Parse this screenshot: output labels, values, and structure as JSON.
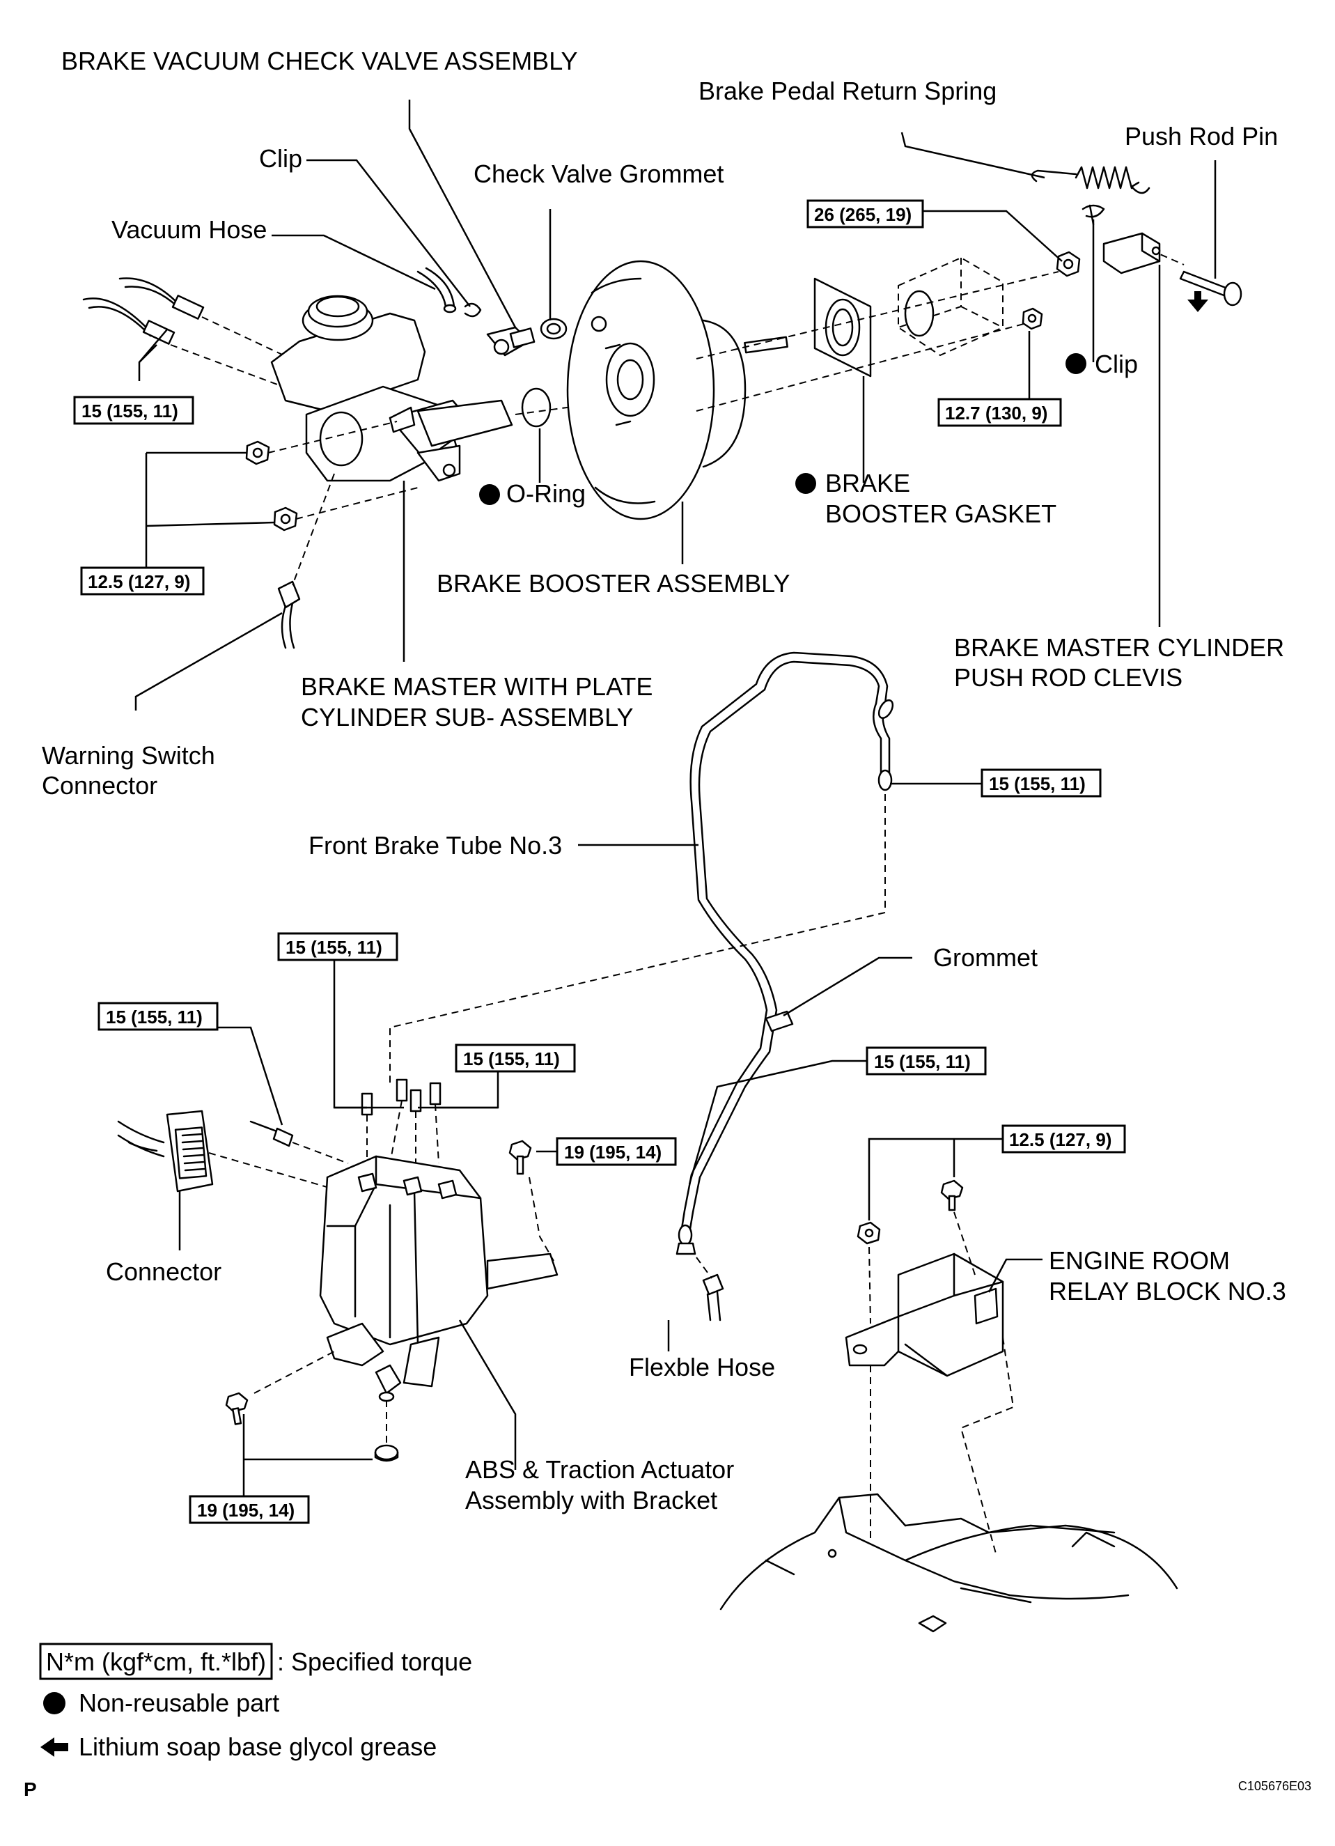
{
  "labels": {
    "check_valve_assembly": "BRAKE VACUUM CHECK VALVE ASSEMBLY",
    "pedal_return_spring": "Brake Pedal Return Spring",
    "push_rod_pin": "Push Rod Pin",
    "clip_top": "Clip",
    "check_valve_grommet": "Check Valve Grommet",
    "vacuum_hose": "Vacuum Hose",
    "clip_right": "Clip",
    "o_ring": "O-Ring",
    "booster_gasket_1": "BRAKE",
    "booster_gasket_2": "BOOSTER GASKET",
    "booster_assembly": "BRAKE BOOSTER ASSEMBLY",
    "push_rod_clevis_1": "BRAKE MASTER CYLINDER",
    "push_rod_clevis_2": "PUSH ROD CLEVIS",
    "master_cylinder_1": "BRAKE MASTER WITH PLATE",
    "master_cylinder_2": "CYLINDER SUB- ASSEMBLY",
    "warning_switch_1": "Warning Switch",
    "warning_switch_2": "Connector",
    "front_brake_tube": "Front Brake Tube No.3",
    "grommet": "Grommet",
    "connector": "Connector",
    "engine_relay_1": "ENGINE ROOM",
    "engine_relay_2": "RELAY BLOCK NO.3",
    "flexible_hose": "Flexble Hose",
    "abs_actuator_1": "ABS & Traction Actuator",
    "abs_actuator_2": "Assembly with Bracket"
  },
  "torque": {
    "t_26": "26 (265, 19)",
    "t_15_master": "15 (155, 11)",
    "t_127_booster": "12.7 (130, 9)",
    "t_125_master": "12.5 (127, 9)",
    "t_15_tube": "15 (155, 11)",
    "t_15_abs_top": "15 (155, 11)",
    "t_15_abs_left": "15 (155, 11)",
    "t_15_abs_right": "15 (155, 11)",
    "t_19_top": "19 (195, 14)",
    "t_15_flex": "15 (155, 11)",
    "t_125_relay": "12.5 (127, 9)",
    "t_19_bottom": "19 (195, 14)"
  },
  "legend": {
    "torque_key": "N*m (kgf*cm, ft.*lbf)",
    "torque_desc": ": Specified torque",
    "non_reusable": "Non-reusable part",
    "grease": "Lithium soap base glycol grease"
  },
  "footer": {
    "page_letter": "P",
    "figure_code": "C105676E03"
  }
}
